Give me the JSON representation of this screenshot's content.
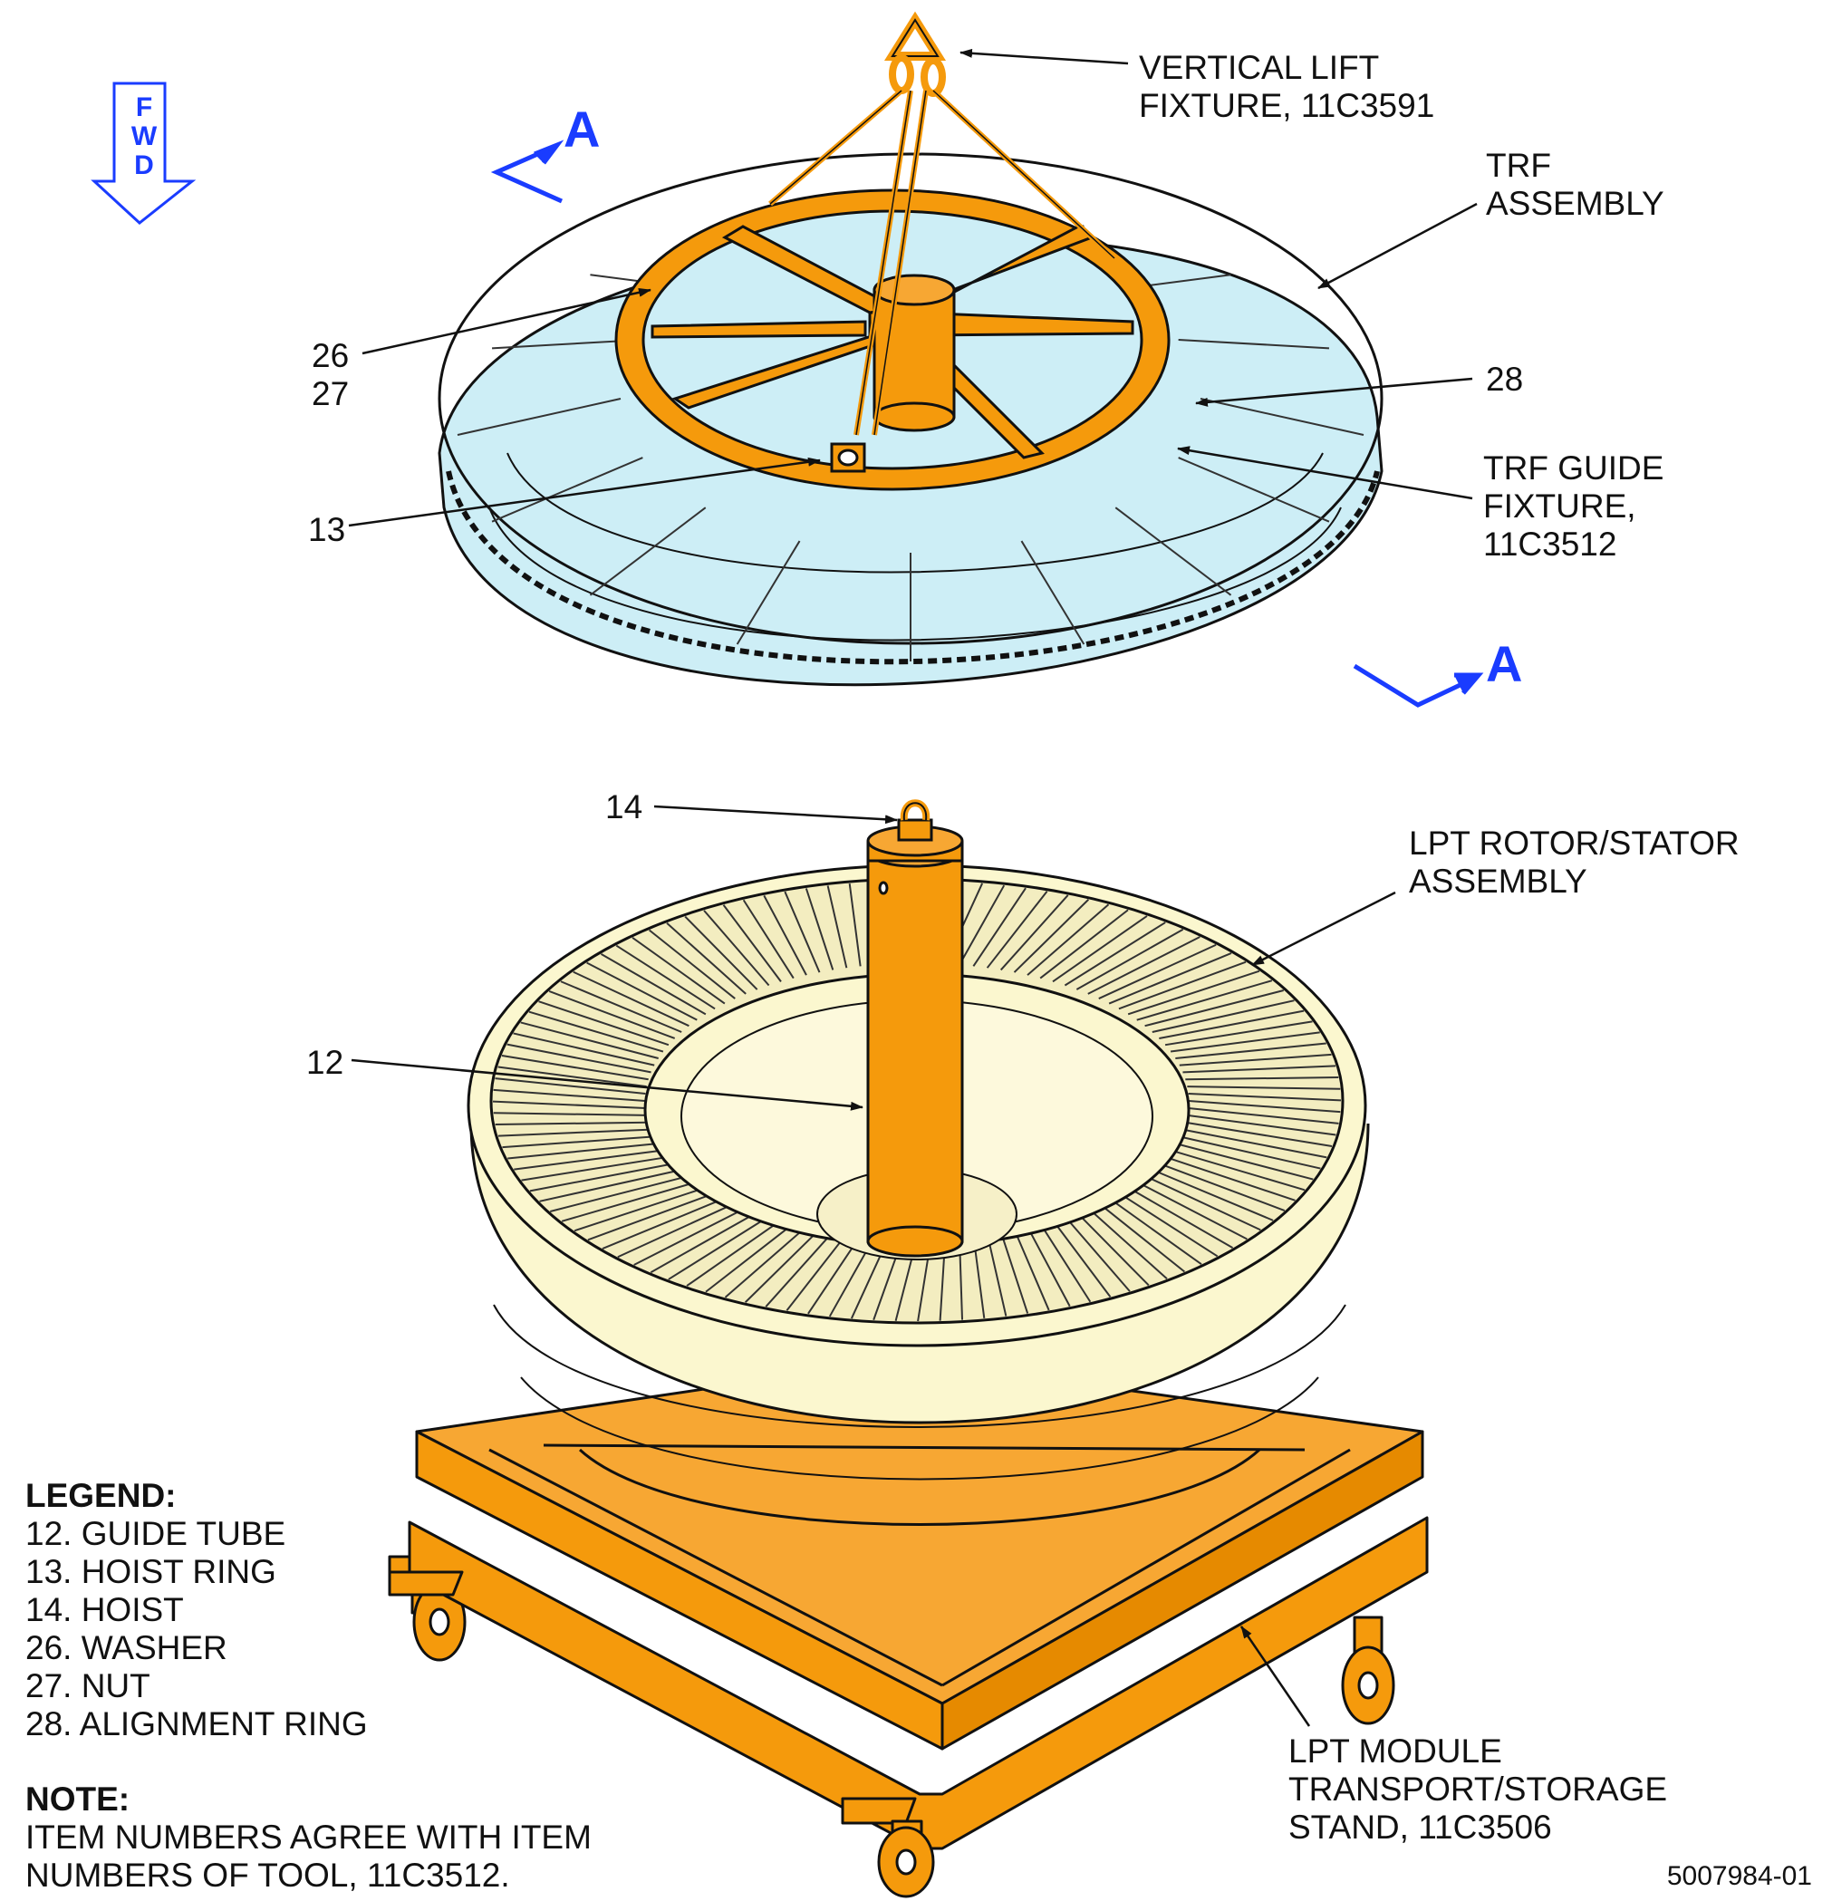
{
  "orientation": {
    "letters": [
      "F",
      "W",
      "D"
    ],
    "color": "#1a3cff"
  },
  "section_marker": "A",
  "callouts": {
    "vertical_lift": "VERTICAL LIFT\nFIXTURE, 11C3591",
    "trf_assembly": "TRF\nASSEMBLY",
    "item_26_27": "26\n27",
    "item_28": "28",
    "trf_guide": "TRF GUIDE\nFIXTURE,\n11C3512",
    "item_13": "13",
    "item_14": "14",
    "lpt_rotor": "LPT ROTOR/STATOR\nASSEMBLY",
    "item_12": "12",
    "lpt_module": "LPT MODULE\nTRANSPORT/STORAGE\nSTAND, 11C3506"
  },
  "legend": {
    "title": "LEGEND:",
    "items": [
      "12. GUIDE TUBE",
      "13. HOIST RING",
      "14. HOIST",
      "26. WASHER",
      "27. NUT",
      "28. ALIGNMENT RING"
    ]
  },
  "note": {
    "title": "NOTE:",
    "text": "ITEM NUMBERS AGREE WITH ITEM\nNUMBERS OF TOOL, 11C3512."
  },
  "figure_number": "5007984-01",
  "colors": {
    "tooling": "#f59a0c",
    "trf": "#cdeef6",
    "lpt": "#fbf7cf",
    "marker": "#1a3cff"
  }
}
